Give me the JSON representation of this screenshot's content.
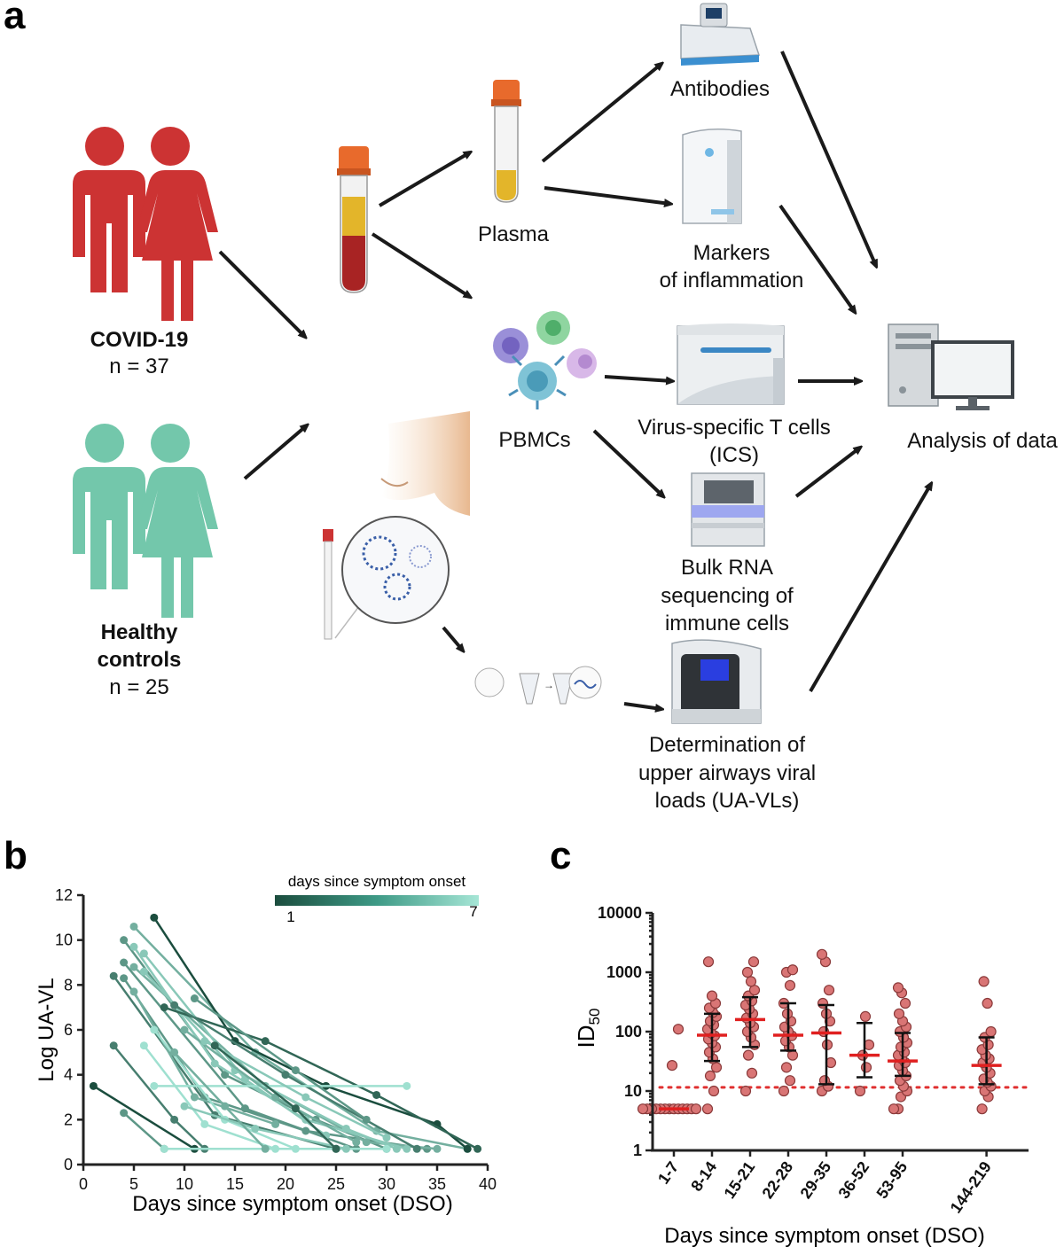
{
  "panel_a": {
    "letter": "a",
    "covid": {
      "name": "COVID-19",
      "n": "n = 37",
      "color": "#cc3333"
    },
    "healthy": {
      "name_line1": "Healthy",
      "name_line2": "controls",
      "n": "n = 25",
      "color": "#73c7ab"
    },
    "labels": {
      "plasma": "Plasma",
      "pbmcs": "PBMCs",
      "antibodies": "Antibodies",
      "markers_line1": "Markers",
      "markers_line2": "of inflammation",
      "ics_line1": "Virus-specific T cells",
      "ics_line2": "(ICS)",
      "rna_line1": "Bulk RNA",
      "rna_line2": "sequencing of",
      "rna_line3": "immune cells",
      "uavl_line1": "Determination of",
      "uavl_line2": "upper airways viral",
      "uavl_line3": "loads (UA-VLs)",
      "analysis": "Analysis of data"
    }
  },
  "chart_data": [
    {
      "panel": "b",
      "type": "line",
      "xlabel": "Days since symptom onset (DSO)",
      "ylabel": "Log UA-VL",
      "xlim": [
        0,
        40
      ],
      "ylim": [
        0,
        12
      ],
      "xticks": [
        0,
        5,
        10,
        15,
        20,
        25,
        30,
        35,
        40
      ],
      "yticks": [
        0,
        2,
        4,
        6,
        8,
        10,
        12
      ],
      "colorbar": {
        "title": "days since symptom onset",
        "min_label": "1",
        "max_label": "7",
        "color_start": "#1b4d3e",
        "color_end": "#9fe0d0"
      },
      "series": [
        {
          "points": [
            [
              1,
              3.5
            ],
            [
              11,
              0.7
            ]
          ],
          "dso": 1
        },
        {
          "points": [
            [
              3,
              5.3
            ],
            [
              9,
              2.0
            ],
            [
              12,
              0.7
            ]
          ],
          "dso": 3
        },
        {
          "points": [
            [
              3,
              8.4
            ],
            [
              13,
              2.2
            ],
            [
              25,
              0.7
            ]
          ],
          "dso": 3
        },
        {
          "points": [
            [
              4,
              2.3
            ],
            [
              8,
              0.7
            ]
          ],
          "dso": 4
        },
        {
          "points": [
            [
              4,
              8.3
            ],
            [
              12,
              3.0
            ],
            [
              22,
              1.5
            ],
            [
              34,
              0.7
            ]
          ],
          "dso": 4
        },
        {
          "points": [
            [
              4,
              9.0
            ],
            [
              16,
              2.5
            ],
            [
              27,
              0.7
            ]
          ],
          "dso": 4
        },
        {
          "points": [
            [
              4,
              10.0
            ],
            [
              14,
              4.0
            ],
            [
              23,
              2.0
            ],
            [
              30,
              0.7
            ]
          ],
          "dso": 4
        },
        {
          "points": [
            [
              5,
              8.8
            ],
            [
              18,
              3.5
            ],
            [
              28,
              1.0
            ],
            [
              35,
              0.7
            ]
          ],
          "dso": 5
        },
        {
          "points": [
            [
              5,
              7.7
            ],
            [
              11,
              3.0
            ],
            [
              19,
              1.8
            ]
          ],
          "dso": 5
        },
        {
          "points": [
            [
              5,
              10.6
            ],
            [
              17,
              5.0
            ],
            [
              29,
              1.5
            ],
            [
              38,
              0.7
            ]
          ],
          "dso": 5
        },
        {
          "points": [
            [
              5,
              9.7
            ],
            [
              13,
              4.5
            ],
            [
              22,
              2.0
            ],
            [
              32,
              0.7
            ]
          ],
          "dso": 6
        },
        {
          "points": [
            [
              6,
              9.4
            ],
            [
              16,
              3.8
            ],
            [
              24,
              1.3
            ]
          ],
          "dso": 6
        },
        {
          "points": [
            [
              6,
              8.6
            ],
            [
              15,
              4.2
            ],
            [
              26,
              1.6
            ],
            [
              31,
              0.7
            ]
          ],
          "dso": 6
        },
        {
          "points": [
            [
              7,
              11.0
            ],
            [
              15,
              5.5
            ],
            [
              24,
              3.5
            ],
            [
              35,
              1.8
            ],
            [
              38,
              0.7
            ]
          ],
          "dso": 1
        },
        {
          "points": [
            [
              7,
              6.0
            ],
            [
              14,
              2.0
            ],
            [
              21,
              0.7
            ]
          ],
          "dso": 7
        },
        {
          "points": [
            [
              6,
              5.3
            ],
            [
              12,
              1.8
            ],
            [
              19,
              0.7
            ]
          ],
          "dso": 7
        },
        {
          "points": [
            [
              8,
              7.0
            ],
            [
              18,
              5.5
            ],
            [
              29,
              3.1
            ],
            [
              39,
              0.7
            ]
          ],
          "dso": 2
        },
        {
          "points": [
            [
              9,
              7.1
            ],
            [
              20,
              4.0
            ],
            [
              33,
              0.7
            ]
          ],
          "dso": 3
        },
        {
          "points": [
            [
              7,
              3.5
            ],
            [
              32,
              3.5
            ]
          ],
          "dso": 7
        },
        {
          "points": [
            [
              10,
              6.0
            ],
            [
              19,
              3.0
            ],
            [
              27,
              1.0
            ]
          ],
          "dso": 5
        },
        {
          "points": [
            [
              11,
              7.4
            ],
            [
              21,
              4.2
            ],
            [
              28,
              2.0
            ]
          ],
          "dso": 4
        },
        {
          "points": [
            [
              12,
              5.5
            ],
            [
              22,
              3.0
            ],
            [
              30,
              1.2
            ]
          ],
          "dso": 6
        },
        {
          "points": [
            [
              8,
              0.7
            ],
            [
              30,
              0.7
            ]
          ],
          "dso": 7
        },
        {
          "points": [
            [
              10,
              2.6
            ],
            [
              17,
              1.6
            ],
            [
              26,
              0.7
            ]
          ],
          "dso": 6
        },
        {
          "points": [
            [
              13,
              5.3
            ],
            [
              21,
              2.5
            ],
            [
              25,
              0.7
            ]
          ],
          "dso": 2
        },
        {
          "points": [
            [
              9,
              5.0
            ],
            [
              14,
              2.6
            ],
            [
              18,
              0.7
            ]
          ],
          "dso": 5
        }
      ]
    },
    {
      "panel": "c",
      "type": "scatter",
      "xlabel": "Days since symptom onset (DSO)",
      "ylabel": "ID50",
      "yscale": "log",
      "ylim": [
        1,
        10000
      ],
      "yticks": [
        "1",
        "10",
        "100",
        "1000",
        "10000"
      ],
      "categories": [
        "1-7",
        "8-14",
        "15-21",
        "22-28",
        "29-35",
        "36-52",
        "53-95",
        "144-219"
      ],
      "medians": [
        5,
        87,
        160,
        87,
        95,
        40,
        32,
        27
      ],
      "iqr_low": [
        5,
        32,
        55,
        48,
        13,
        17,
        18,
        13
      ],
      "iqr_high": [
        5,
        200,
        380,
        300,
        280,
        140,
        95,
        80
      ],
      "threshold": 11.5,
      "points": [
        [
          5,
          5,
          5,
          5,
          5,
          5,
          5,
          5,
          5,
          5,
          5,
          5,
          5,
          27,
          110
        ],
        [
          5,
          10,
          18,
          25,
          35,
          45,
          55,
          65,
          75,
          85,
          95,
          110,
          130,
          150,
          180,
          210,
          250,
          300,
          400,
          1500
        ],
        [
          10,
          20,
          40,
          60,
          80,
          100,
          120,
          140,
          170,
          200,
          240,
          280,
          330,
          400,
          500,
          700,
          1000,
          1500
        ],
        [
          10,
          15,
          25,
          40,
          55,
          70,
          85,
          100,
          120,
          150,
          200,
          300,
          600,
          1000,
          1100
        ],
        [
          10,
          12,
          15,
          30,
          60,
          100,
          150,
          200,
          300,
          500,
          1500,
          2000
        ],
        [
          10,
          25,
          40,
          60,
          180
        ],
        [
          5,
          5,
          8,
          10,
          12,
          15,
          18,
          22,
          27,
          30,
          35,
          40,
          45,
          55,
          65,
          80,
          100,
          120,
          150,
          200,
          300,
          450,
          550
        ],
        [
          5,
          8,
          10,
          12,
          14,
          16,
          20,
          25,
          30,
          35,
          40,
          50,
          60,
          80,
          100,
          300,
          700
        ]
      ]
    }
  ],
  "panel_letters": {
    "b": "b",
    "c": "c"
  }
}
